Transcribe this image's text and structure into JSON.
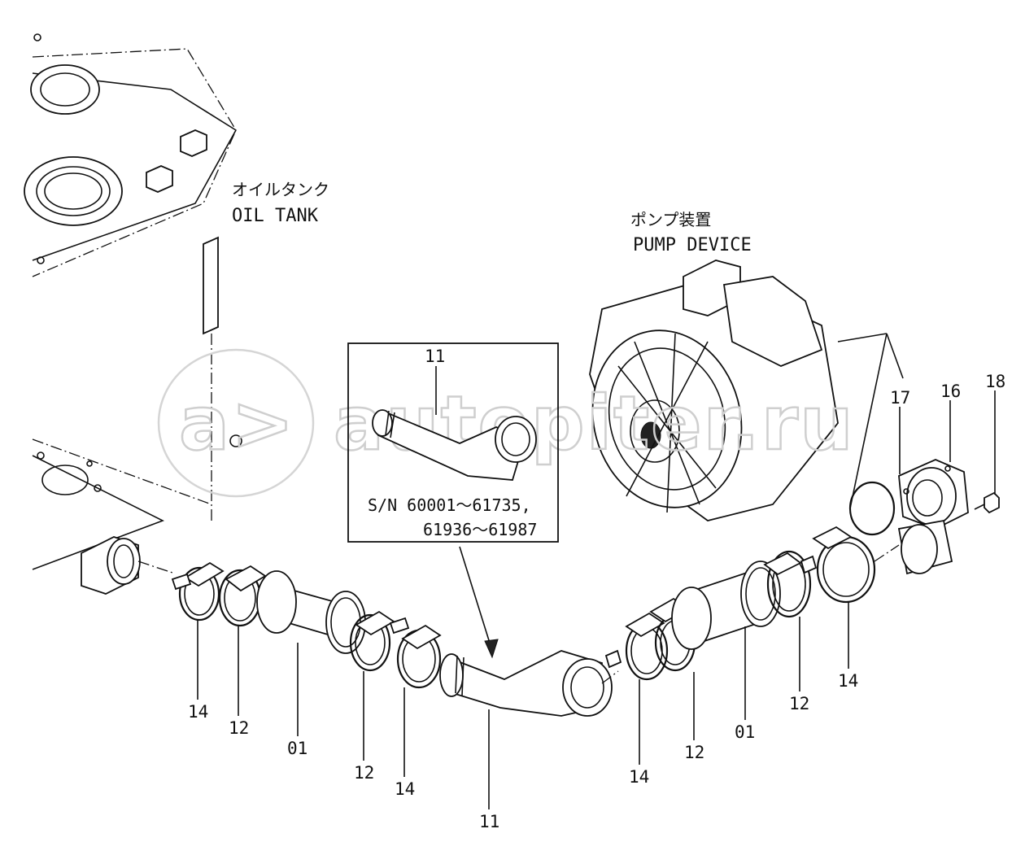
{
  "labels": {
    "oil_tank_jp": "オイルタンク",
    "oil_tank_en": "OIL TANK",
    "pump_jp": "ポンプ装置",
    "pump_en": "PUMP DEVICE"
  },
  "inset": {
    "part_no": "11",
    "sn_line1": "S/N  60001～61735,",
    "sn_line2": "61936～61987"
  },
  "watermark": {
    "logo": "a>",
    "text": "autopiter.ru"
  },
  "callouts": {
    "clamp_14_left": "14",
    "clamp_12_left": "12",
    "hose_01_left": "01",
    "clamp_12_mid": "12",
    "clamp_14_mid": "14",
    "pipe_11": "11",
    "clamp_14_right": "14",
    "clamp_12_right": "12",
    "hose_01_right": "01",
    "clamp_12_far": "12",
    "clamp_14_far": "14",
    "oring_17": "17",
    "flange_16": "16",
    "bolt_18": "18"
  }
}
